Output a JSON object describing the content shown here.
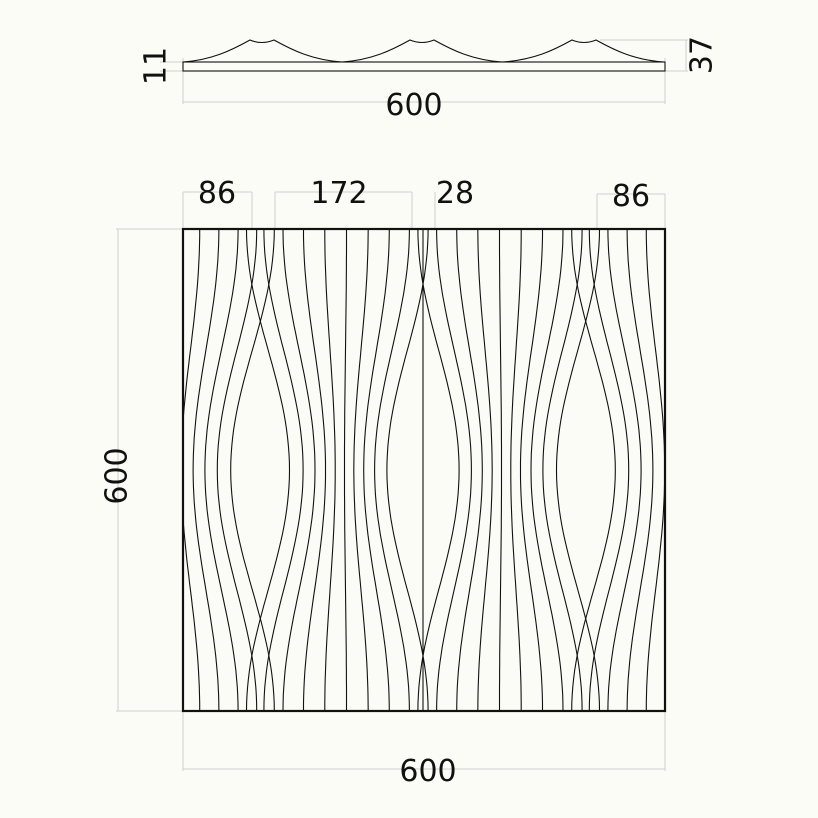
{
  "side_view": {
    "thickness_base": "11",
    "thickness_total": "37",
    "width": "600"
  },
  "front_view": {
    "dim_edge_left": "86",
    "dim_segment": "172",
    "dim_gap": "28",
    "dim_edge_right": "86",
    "height": "600",
    "width": "600"
  },
  "colors": {
    "background": "#fbfcf5",
    "line": "#111111",
    "dimension_line": "#cfcfcf"
  }
}
